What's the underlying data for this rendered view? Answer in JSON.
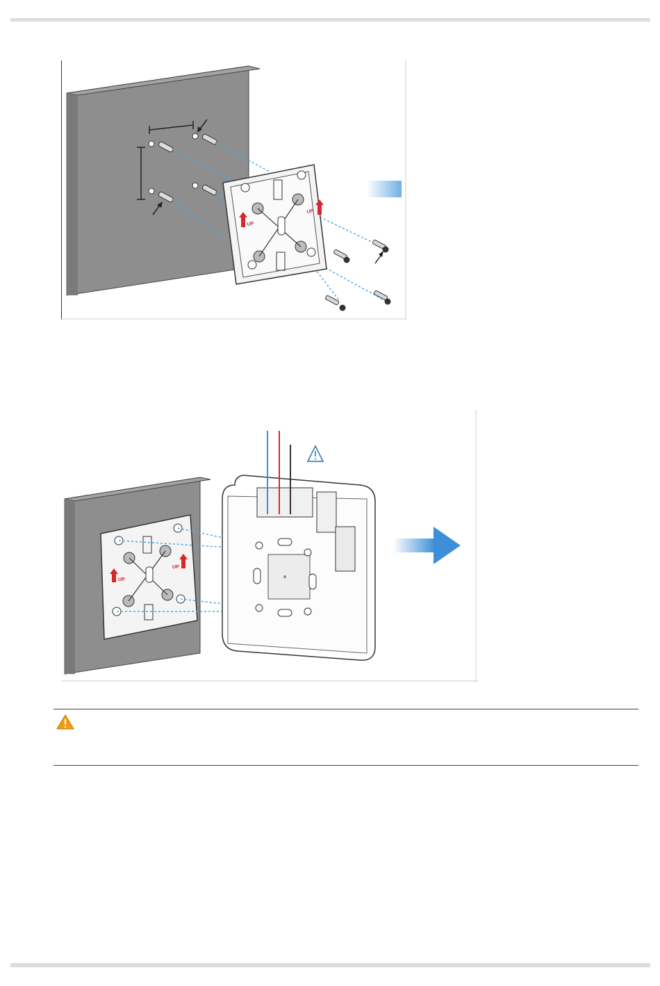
{
  "figure1": {
    "label_up_left": "UP",
    "label_up_right": "UP"
  },
  "figure2": {
    "label_up_left": "UP",
    "label_up_right": "UP"
  },
  "caution": {
    "icon": "warning-triangle-icon",
    "text": ""
  },
  "colors": {
    "rule": "#dcdcdc",
    "dashed_guide": "#4aa8e0",
    "arrow_blue": "#3d8fd8",
    "up_red": "#d9262c",
    "caution_orange": "#f39c12",
    "wall": "#8c8c8c"
  }
}
